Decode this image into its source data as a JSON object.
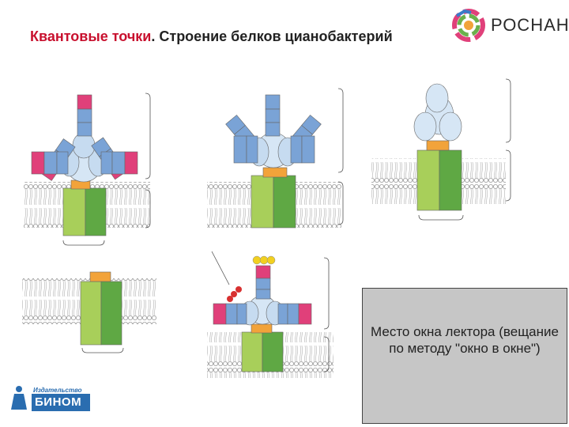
{
  "header": {
    "title_part1": "Квантовые точки",
    "title_part2": ". Строение белков цианобактерий"
  },
  "logo": {
    "text": "РОСНАНО",
    "icon": "rosnano-logo-icon"
  },
  "lector_window": {
    "text": "Место окна лектора (вещание по методу \"окно в окне\")"
  },
  "publisher": {
    "small_text": "Издательство",
    "name": "БИНОМ",
    "icon": "binom-logo-icon"
  },
  "colors": {
    "title_red": "#c8102e",
    "blue_subunit": "#7aa3d6",
    "pink_subunit": "#e0407a",
    "green_dark": "#5fa844",
    "green_light": "#a8cf5a",
    "ocp_orange": "#f2a33a",
    "yellow_ball": "#f2d020",
    "red_ball": "#d83030",
    "lector_bg": "#c6c6c6"
  }
}
